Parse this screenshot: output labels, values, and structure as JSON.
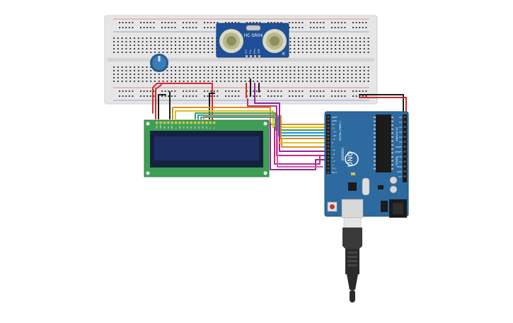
{
  "canvas": {
    "background": "#ffffff"
  },
  "breadboard": {
    "body_color": "#e8e8e8",
    "hole_color": "#3c3c3c",
    "rail_red": "#d23a3a",
    "rail_blue": "#3a5fcc"
  },
  "ultrasonic_sensor": {
    "label": "HC-SR04",
    "board_color": "#1f4f96",
    "transducer_color": "#c8c8a8",
    "pin_labels": [
      "VCC",
      "Trig",
      "Echo",
      "GND"
    ],
    "logo_mark": "K"
  },
  "potentiometer": {
    "color": "#2e6aa3"
  },
  "lcd": {
    "pcb_color": "#3f9e55",
    "screen_color": "#1e2f63",
    "pin_header_color": "#d9c64c",
    "pin_labels": [
      "VSS",
      "VDD",
      "V0",
      "RS",
      "RW",
      "E",
      "D0",
      "D1",
      "D2",
      "D3",
      "D4",
      "D5",
      "D6",
      "D7",
      "A",
      "K"
    ]
  },
  "arduino": {
    "board_color": "#2d6aa0",
    "logo_text": "UNO",
    "brand_text": "ARDUINO",
    "digital_label": "DIGITAL (PWM~)",
    "power_label": "POWER",
    "analog_label": "ANALOG IN",
    "aref_label": "AREF",
    "gnd_label": "GND",
    "pin_labels": [
      "13",
      "12",
      "~11",
      "~10",
      "~9",
      "8",
      "7",
      "~6",
      "~5",
      "4",
      "~3",
      "2",
      "TX 1",
      "RX 0"
    ],
    "power_pins": [
      "IOREF",
      "RESET",
      "3.3V",
      "5V",
      "GND",
      "GND",
      "Vin"
    ],
    "analog_pins": [
      "A0",
      "A1",
      "A2",
      "A3",
      "A4",
      "A5"
    ]
  },
  "usb_cable": {
    "connector_color": "#dcdcdc",
    "cable_color": "#2b2b2b"
  },
  "wires": {
    "red": "#d9262c",
    "black": "#1a1a1a",
    "orange": "#e08a1e",
    "yellow": "#d7c21b",
    "green": "#3ca23f",
    "blue": "#2d8ed6",
    "purple": "#8c2a9e",
    "magenta": "#c02a8c",
    "pink": "#d65aa0",
    "teal": "#2aa59c"
  }
}
